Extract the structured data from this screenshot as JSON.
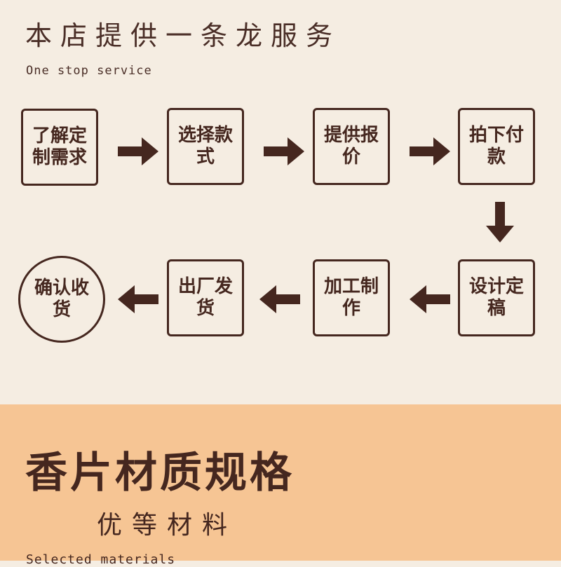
{
  "header": {
    "title": "本店提供一条龙服务",
    "subtitle": "One stop service"
  },
  "steps": [
    {
      "label": "了解定制需求"
    },
    {
      "label": "选择款式"
    },
    {
      "label": "提供报价"
    },
    {
      "label": "拍下付款"
    },
    {
      "label": "设计定稿"
    },
    {
      "label": "加工制作"
    },
    {
      "label": "出厂发货"
    },
    {
      "label": "确认收货"
    }
  ],
  "section": {
    "title": "香片材质规格",
    "subtitle": "优等材料",
    "subtitle_en": "Selected materials"
  },
  "colors": {
    "background": "#f5ede2",
    "accent": "#45271f",
    "section_background": "#f6c594"
  },
  "icons": {
    "arrow": "arrow-icon"
  }
}
